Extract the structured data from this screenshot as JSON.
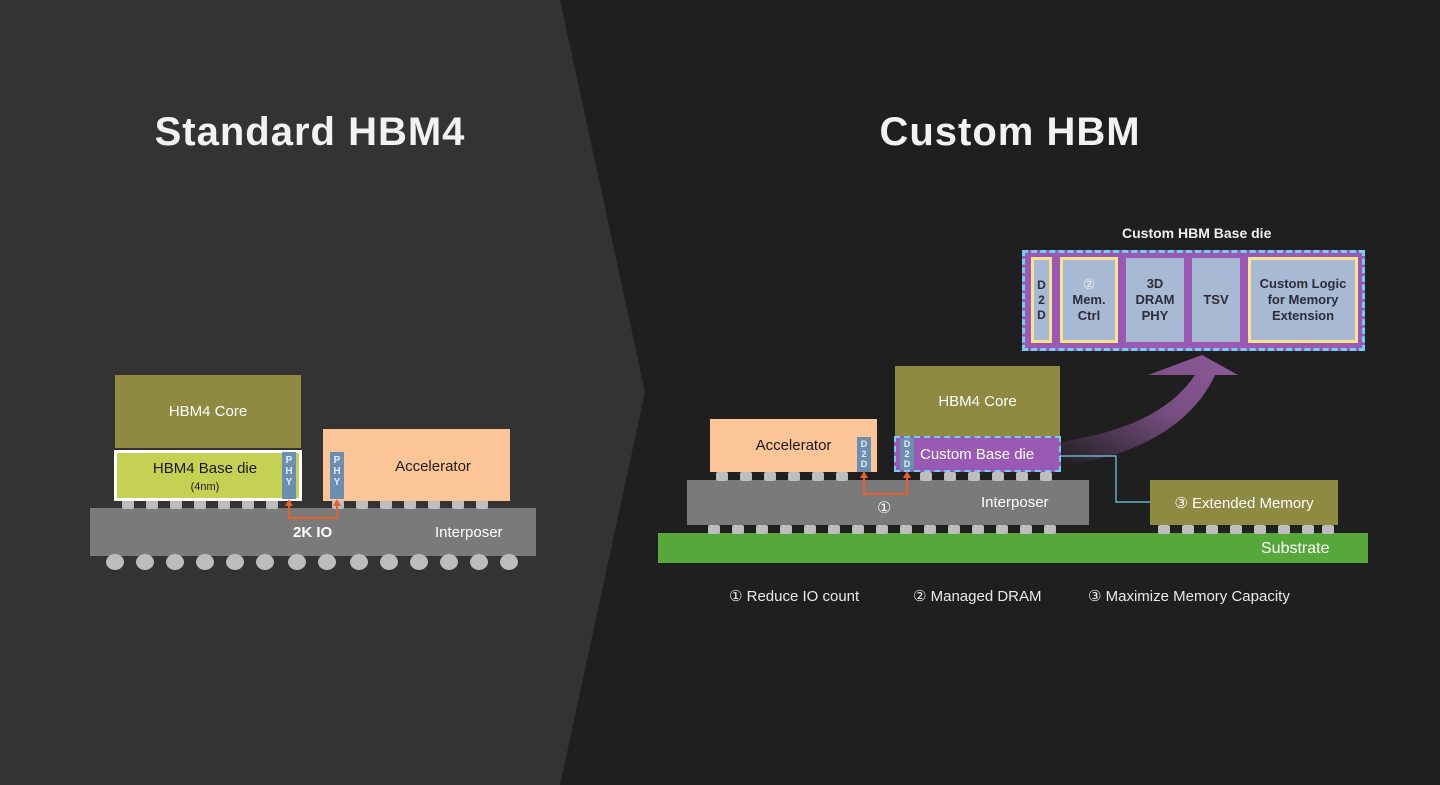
{
  "left": {
    "title": "Standard HBM4",
    "hbm4_core": "HBM4 Core",
    "base_die": "HBM4 Base die",
    "base_die_node": "(4nm)",
    "phy_letters": [
      "P",
      "H",
      "Y"
    ],
    "accelerator": "Accelerator",
    "interposer": "Interposer",
    "io_label": "2K IO"
  },
  "right": {
    "title": "Custom HBM",
    "accelerator": "Accelerator",
    "hbm4_core": "HBM4 Core",
    "custom_base_die": "Custom Base die",
    "d2d_letters": [
      "D",
      "2",
      "D"
    ],
    "interposer": "Interposer",
    "marker_1": "①",
    "extended_memory": "③ Extended Memory",
    "substrate": "Substrate",
    "detail": {
      "title": "Custom HBM Base die",
      "d2d_letters": [
        "D",
        "2",
        "D"
      ],
      "mem_ctrl_num": "②",
      "mem_ctrl_lines": [
        "Mem.",
        "Ctrl"
      ],
      "dram_phy_lines": [
        "3D",
        "DRAM",
        "PHY"
      ],
      "tsv": "TSV",
      "custom_logic_lines": [
        "Custom Logic",
        "for Memory",
        "Extension"
      ]
    }
  },
  "legend": [
    "① Reduce IO count",
    "② Managed DRAM",
    "③ Maximize Memory Capacity"
  ],
  "colors": {
    "core": "#8e8a41",
    "base_die": "#c4d152",
    "accelerator": "#fcc597",
    "interposer": "#7a7a7a",
    "phy": "#6b8fb0",
    "custom_base": "#9b59b6",
    "substrate": "#56a83b",
    "extended_memory": "#8e8a41",
    "io_arrow": "#e8602c"
  }
}
